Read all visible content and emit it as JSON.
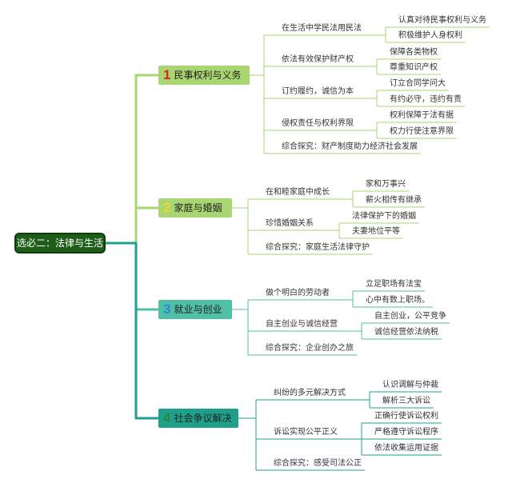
{
  "root": {
    "label": "选必二：法律与生活"
  },
  "branches": [
    {
      "num": "1",
      "label": "民事权利与义务",
      "colors": {
        "fill": "#a9d671",
        "line": "#a9d671",
        "num": "#d9261c"
      },
      "children": [
        {
          "label": "在生活中学民法用民法",
          "children": [
            "认真对待民事权利与义务",
            "积极维护人身权利"
          ]
        },
        {
          "label": "依法有效保护财产权",
          "children": [
            "保障各类物权",
            "尊重知识产权"
          ]
        },
        {
          "label": "订约履约，诚信为本",
          "children": [
            "订立合同学问大",
            "有约必守，违约有责"
          ]
        },
        {
          "label": "侵权责任与权利界限",
          "children": [
            "权利保障于法有据",
            "权力行使注意界限"
          ]
        },
        {
          "label": "综合探究：财产制度助力经济社会发展",
          "children": []
        }
      ]
    },
    {
      "num": "2",
      "label": "家庭与婚姻",
      "colors": {
        "fill": "#a9d671",
        "line": "#a9d671",
        "num": "#f2d13a"
      },
      "children": [
        {
          "label": "在和睦家庭中成长",
          "children": [
            "家和万事兴",
            "薪火相传有继承"
          ]
        },
        {
          "label": "珍惜婚姻关系",
          "children": [
            "法律保护下的婚姻",
            "夫妻地位平等"
          ]
        },
        {
          "label": "综合探究：家庭生活法律守护",
          "children": []
        }
      ]
    },
    {
      "num": "3",
      "label": "就业与创业",
      "colors": {
        "fill": "#4fbfa5",
        "line": "#4fbfa5",
        "num": "#2f86d8"
      },
      "children": [
        {
          "label": "做个明白的劳动者",
          "children": [
            "立足职场有法宝",
            "心中有数上职场。"
          ]
        },
        {
          "label": "自主创业与诚信经营",
          "children": [
            "自主创业，公平竞争",
            "诚信经营依法纳税"
          ]
        },
        {
          "label": "综合探究：企业创办之旅",
          "children": []
        }
      ]
    },
    {
      "num": "4",
      "label": "社会争议解决",
      "colors": {
        "fill": "#1fa08d",
        "line": "#1fa08d",
        "num": "#2a8a3a"
      },
      "children": [
        {
          "label": "纠纷的多元解决方式",
          "children": [
            "认识调解与仲裁",
            "解析三大诉讼"
          ]
        },
        {
          "label": "诉讼实现公平正义",
          "children": [
            "正确行使诉讼权利",
            "严格遵守诉讼程序",
            "依法收集运用证据"
          ]
        },
        {
          "label": "综合探究：感受司法公正",
          "children": []
        }
      ]
    }
  ]
}
